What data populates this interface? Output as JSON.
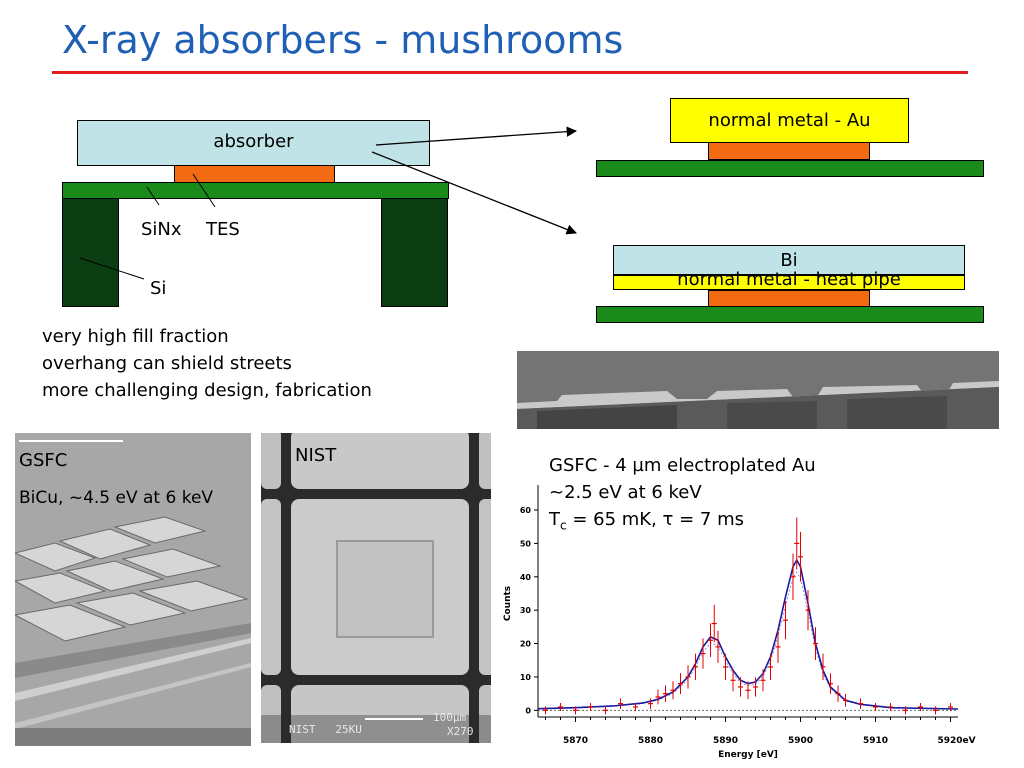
{
  "slide": {
    "title": "X-ray absorbers - mushrooms",
    "diagram": {
      "absorber_label": "absorber",
      "sinx_label": "SiNx",
      "tes_label": "TES",
      "si_label": "Si",
      "variant_top_label": "normal metal - Au",
      "variant_bottom_bi_label": "Bi",
      "variant_bottom_heatpipe_label": "normal metal - heat pipe"
    },
    "bullets": [
      "very high fill fraction",
      "overhang can shield streets",
      "more challenging design, fabrication"
    ],
    "photo_gsfc": {
      "label": "GSFC",
      "caption": "BiCu, ~4.5 eV at 6 keV"
    },
    "photo_nist": {
      "label": "NIST",
      "sem_text_left": "NIST   25KU",
      "sem_scale": "100µm",
      "sem_mag": "X270"
    },
    "spectrum": {
      "caption_line1": "GSFC - 4 µm electroplated Au",
      "caption_line2": "~2.5 eV at 6 keV",
      "caption_line3": "T",
      "caption_line3_sub": "c",
      "caption_line3_rest": " = 65 mK, τ = 7 ms"
    }
  },
  "colors": {
    "title": "#1f5fb5",
    "title_rule": "#e41e1e",
    "absorber": "#bfe3e6",
    "membrane": "#1a8a1a",
    "tes": "#f26a12",
    "si": "#0b3d12",
    "gold": "#ffff00",
    "data_points": "#e60000",
    "fit_line": "#1a1aa0"
  },
  "chart_data": {
    "type": "scatter",
    "xlabel": "Energy [eV]",
    "ylabel": "Counts",
    "xlim": [
      5865,
      5921
    ],
    "ylim": [
      -2,
      66
    ],
    "x_ticks": [
      5870,
      5880,
      5890,
      5900,
      5910,
      5920
    ],
    "x_tick_labels": [
      "5870",
      "5880",
      "5890",
      "5900",
      "5910",
      "5920eV"
    ],
    "y_ticks": [
      0,
      10,
      20,
      30,
      40,
      50,
      60
    ],
    "series": [
      {
        "style": "points-with-error-bars",
        "x": [
          5866,
          5868,
          5870,
          5872,
          5874,
          5876,
          5878,
          5880,
          5881,
          5882,
          5883,
          5884,
          5885,
          5886,
          5887,
          5888,
          5888.5,
          5889,
          5890,
          5891,
          5892,
          5893,
          5894,
          5895,
          5896,
          5897,
          5898,
          5899,
          5899.5,
          5900,
          5901,
          5902,
          5903,
          5904,
          5905,
          5906,
          5908,
          5910,
          5912,
          5914,
          5916,
          5918,
          5920
        ],
        "y": [
          0,
          1,
          0,
          1,
          0,
          2,
          1,
          2,
          4,
          5,
          6,
          8,
          10,
          13,
          17,
          21,
          26,
          19,
          13,
          9,
          7,
          6,
          7,
          9,
          13,
          19,
          27,
          40,
          50,
          46,
          30,
          20,
          13,
          8,
          5,
          3,
          2,
          1,
          1,
          0,
          1,
          0,
          1
        ]
      },
      {
        "style": "fit-line",
        "x": [
          5865,
          5870,
          5875,
          5879,
          5881,
          5883,
          5885,
          5886,
          5887,
          5888,
          5889,
          5890,
          5891,
          5892,
          5893,
          5894,
          5895,
          5896,
          5897,
          5898,
          5899,
          5899.5,
          5900,
          5901,
          5902,
          5903,
          5904,
          5906,
          5908,
          5912,
          5921
        ],
        "y": [
          0.5,
          0.8,
          1.3,
          2.2,
          3.3,
          5.5,
          10,
          14,
          19,
          22,
          21,
          16,
          12,
          9,
          8,
          8.5,
          11,
          16,
          24,
          34,
          43,
          45,
          43,
          32,
          20,
          12,
          7,
          3,
          1.8,
          0.8,
          0.4
        ]
      }
    ]
  }
}
